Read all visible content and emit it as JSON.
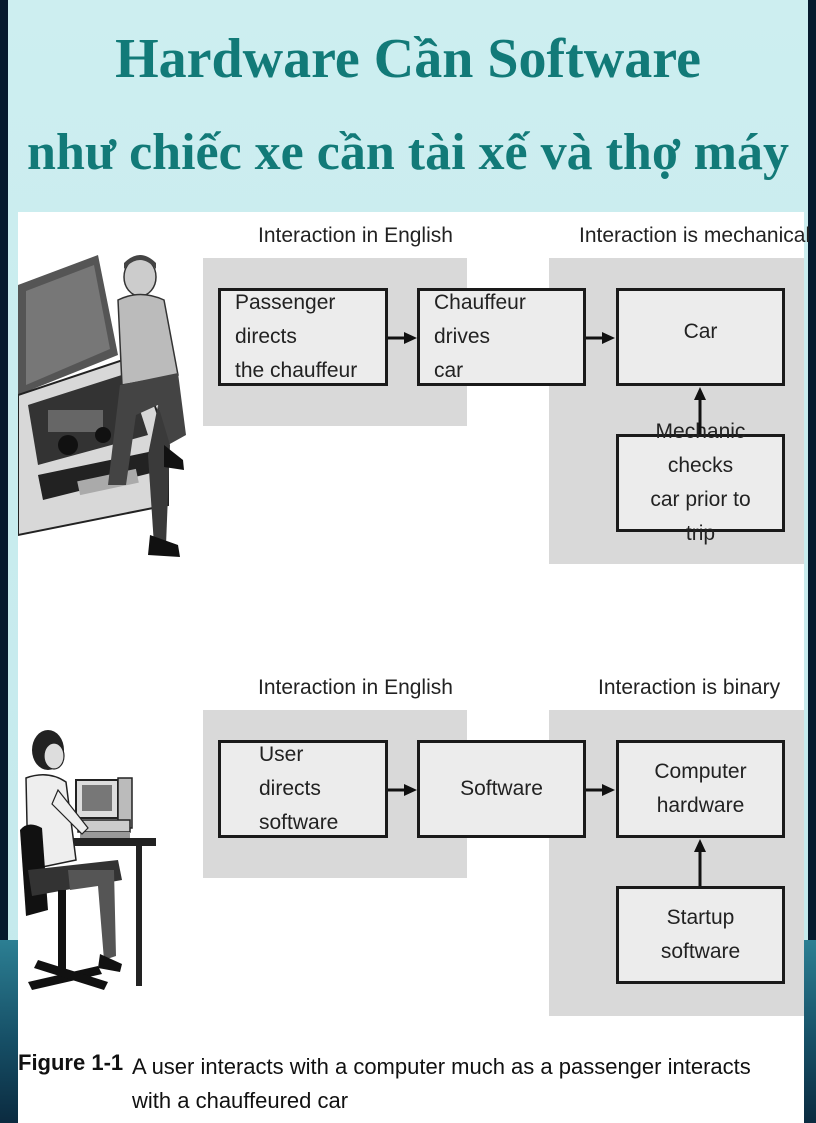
{
  "title": {
    "line1": "Hardware Cần Software",
    "line2": "như chiếc xe cần tài xế và thợ máy"
  },
  "top_diagram": {
    "label_left": "Interaction in English",
    "label_right": "Interaction is mechanical",
    "box1": "Passenger directs\nthe chauffeur",
    "box2": "Chauffeur drives\ncar",
    "box3": "Car",
    "box4": "Mechanic checks\ncar prior to trip"
  },
  "bottom_diagram": {
    "label_left": "Interaction in English",
    "label_right": "Interaction is binary",
    "box1": "User directs\nsoftware",
    "box2": "Software",
    "box3": "Computer\nhardware",
    "box4": "Startup\nsoftware"
  },
  "caption": {
    "number": "Figure 1-1",
    "text": "A user interacts with a computer much as a passenger interacts with a chauffeured car"
  },
  "colors": {
    "title": "#127a78",
    "slide_background": "#c3e9ec",
    "panel_gray": "#d9d9d9",
    "box_fill": "#ececec"
  },
  "illustrations": [
    "man-with-car-illustration",
    "woman-at-computer-illustration"
  ]
}
